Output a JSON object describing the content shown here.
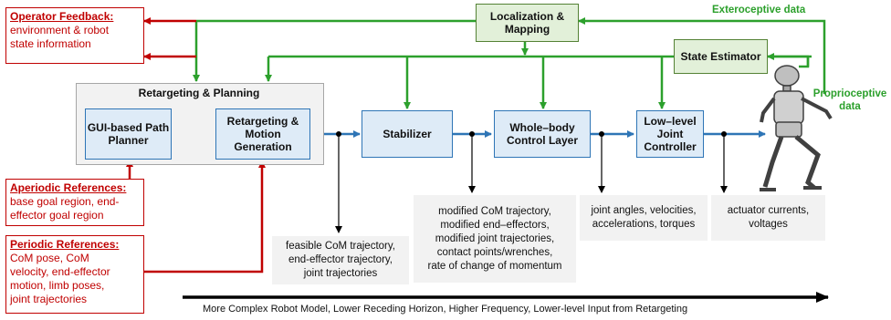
{
  "operator_feedback": {
    "title": "Operator Feedback:",
    "lines": [
      "environment & robot",
      "state information"
    ]
  },
  "aperiodic_references": {
    "title": "Aperiodic References:",
    "lines": [
      "base goal region, end-",
      "effector goal region"
    ]
  },
  "periodic_references": {
    "title": "Periodic References:",
    "lines": [
      "CoM pose, CoM",
      "velocity, end-effector",
      "motion, limb poses,",
      "joint trajectories"
    ]
  },
  "retargeting_panel": {
    "title": "Retargeting & Planning"
  },
  "gui_planner": {
    "lines": [
      "GUI-based Path",
      "Planner"
    ]
  },
  "motion_generation": {
    "lines": [
      "Retargeting &",
      "Motion",
      "Generation"
    ]
  },
  "stabilizer": {
    "label": "Stabilizer"
  },
  "whole_body": {
    "lines": [
      "Whole–body",
      "Control Layer"
    ]
  },
  "joint_controller": {
    "lines": [
      "Low–level Joint",
      "Controller"
    ]
  },
  "localization": {
    "lines": [
      "Localization &",
      "Mapping"
    ]
  },
  "state_estimator": {
    "label": "State Estimator"
  },
  "exteroceptive": {
    "label": "Exteroceptive data"
  },
  "proprioceptive": {
    "lines": [
      "Proprioceptive",
      "data"
    ]
  },
  "note_feasible": {
    "lines": [
      "feasible CoM trajectory,",
      "end-effector trajectory,",
      "joint trajectories"
    ]
  },
  "note_modified": {
    "lines": [
      "modified CoM trajectory,",
      "modified end–effectors,",
      "modified joint trajectories,",
      "contact points/wrenches,",
      "rate of change of momentum"
    ]
  },
  "note_joint": {
    "lines": [
      "joint angles, velocities,",
      "accelerations, torques"
    ]
  },
  "note_actuator": {
    "lines": [
      "actuator currents,",
      "voltages"
    ]
  },
  "bottom_arrow": {
    "label": "More Complex Robot Model, Lower Receding Horizon, Higher Frequency, Lower-level Input from Retargeting"
  },
  "colors": {
    "blue_flow": "#2e75b6",
    "green_feedback": "#2ca02c",
    "red_reference": "#c00000"
  },
  "icons": {
    "robot": "humanoid-robot-icon"
  }
}
